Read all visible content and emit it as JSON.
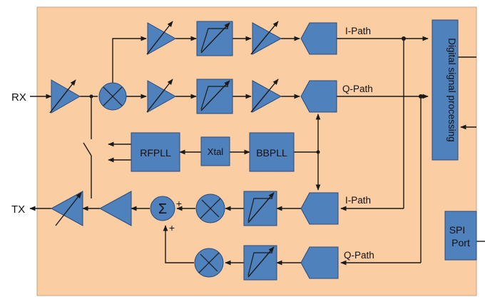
{
  "colors": {
    "background": "#fbcda3",
    "block": "#4f81bd",
    "block_border": "#2a4a7a",
    "line": "#1a1a1a"
  },
  "ports": {
    "rx": "RX",
    "tx": "TX"
  },
  "labels": {
    "i_path_rx": "I-Path",
    "q_path_rx": "Q-Path",
    "i_path_tx": "I-Path",
    "q_path_tx": "Q-Path",
    "rfpll": "RFPLL",
    "xtal": "Xtal",
    "bbpll": "BBPLL",
    "dsp": "Digital signal processing",
    "spi_line1": "SPI",
    "spi_line2": "Port",
    "sum_symbol": "Σ",
    "plus_top": "+",
    "plus_bottom": "+"
  }
}
